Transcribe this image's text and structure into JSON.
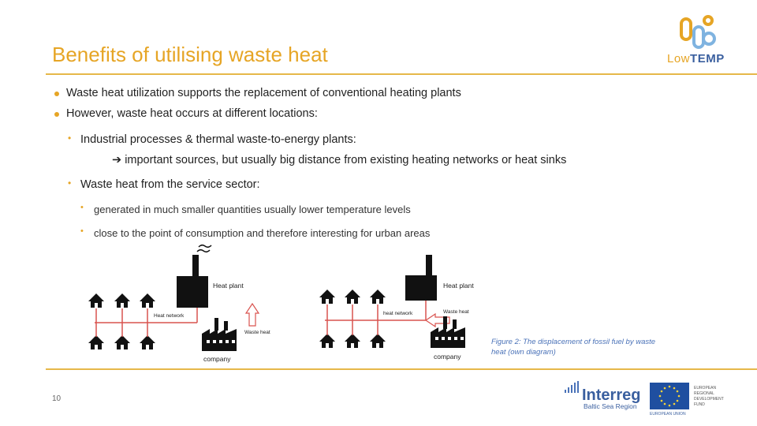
{
  "slide": {
    "title": "Benefits of utilising waste heat",
    "page_number": "10"
  },
  "logo": {
    "part1": "Low",
    "part2": "TEMP"
  },
  "bullets": {
    "b1": "Waste heat utilization supports the replacement of conventional heating plants",
    "b2": "However, waste heat occurs at different locations:",
    "b2_1": "Industrial processes & thermal waste-to-energy plants:",
    "b2_1_arrow": "important sources, but usually big distance from existing heating networks or heat sinks",
    "b2_2": "Waste heat from the service sector:",
    "b2_2_1": "generated in much smaller quantities usually lower temperature levels",
    "b2_2_2": "close to the point of consumption and therefore interesting for urban areas"
  },
  "diagram_left": {
    "heat_plant": "Heat plant",
    "heat_network": "Heat network",
    "waste_heat": "Waste heat",
    "company": "company"
  },
  "diagram_right": {
    "heat_plant": "Heat plant",
    "heat_network": "heat network",
    "waste_heat": "Waste heat",
    "company": "company"
  },
  "caption": "Figure 2: The displacement of fossil fuel by waste heat (own diagram)",
  "footer_logo": {
    "interreg": "Interreg",
    "region": "Baltic Sea Region",
    "eu": "EUROPEAN UNION",
    "fund_line1": "EUROPEAN",
    "fund_line2": "REGIONAL",
    "fund_line3": "DEVELOPMENT",
    "fund_line4": "FUND"
  },
  "colors": {
    "accent": "#e6a525",
    "blue": "#3a5f9f",
    "network_red": "#d9534f"
  }
}
